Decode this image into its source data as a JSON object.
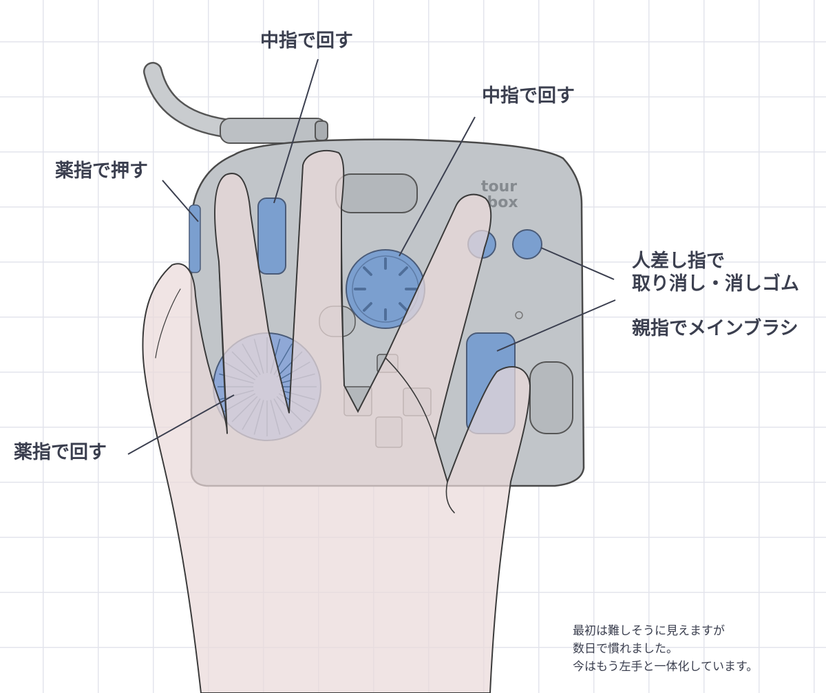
{
  "labels": {
    "middle_rotate_top": "中指で回す",
    "middle_rotate_right": "中指で回す",
    "ring_press": "薬指で押す",
    "index_undo_line1": "人差し指で",
    "index_undo_line2": "取り消し・消しゴム",
    "thumb_brush": "親指でメインブラシ",
    "ring_rotate": "薬指で回す"
  },
  "device_logo": [
    "tour",
    "box"
  ],
  "note": [
    "最初は難しそうに見えますが",
    "数日で慣れました。",
    "今はもう左手と一体化しています。"
  ],
  "colors": {
    "background": "#ffffff",
    "grid": "#e3e4ec",
    "device": "#bfc4c8",
    "button_blue": "#7b9fcf",
    "hand_skin": "#ede3e3",
    "outline": "#3a3a3a",
    "label_text": "#3b3f4f"
  }
}
